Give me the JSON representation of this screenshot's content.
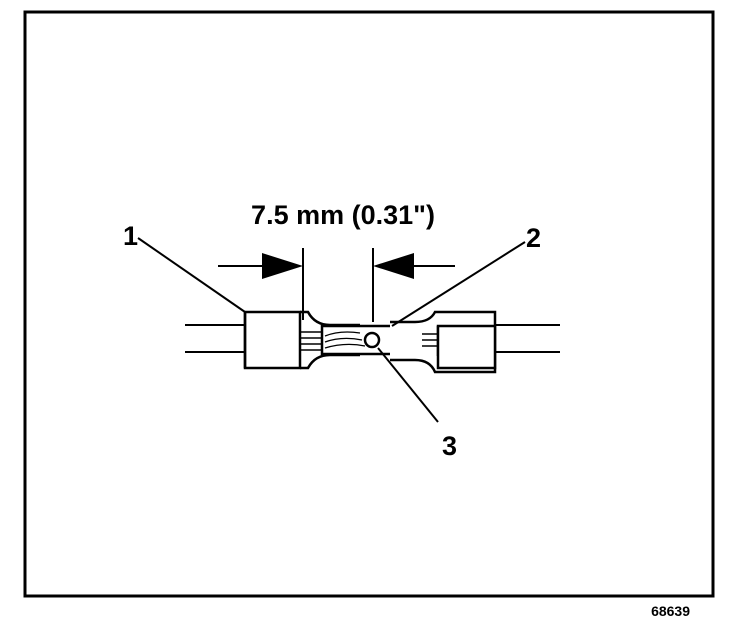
{
  "diagram": {
    "dimension_label": "7.5 mm (0.31\")",
    "callouts": [
      "1",
      "2",
      "3"
    ],
    "figure_id": "68639",
    "colors": {
      "line": "#000000",
      "background": "#ffffff"
    }
  }
}
